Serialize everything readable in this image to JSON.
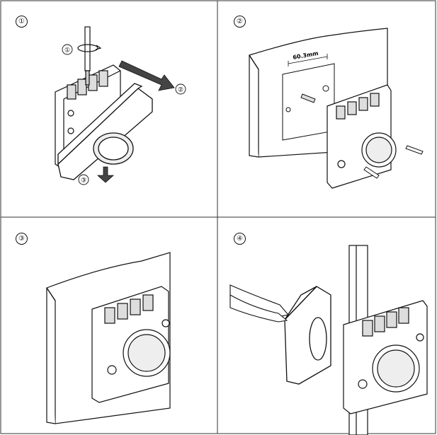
{
  "panels": [
    {
      "step": "①"
    },
    {
      "step": "②"
    },
    {
      "step": "③"
    },
    {
      "step": "④"
    }
  ],
  "callouts": {
    "p1_arrow1": "①",
    "p1_arrow2": "②",
    "p1_arrow3": "③",
    "p2_dimension": "60.3mm"
  }
}
